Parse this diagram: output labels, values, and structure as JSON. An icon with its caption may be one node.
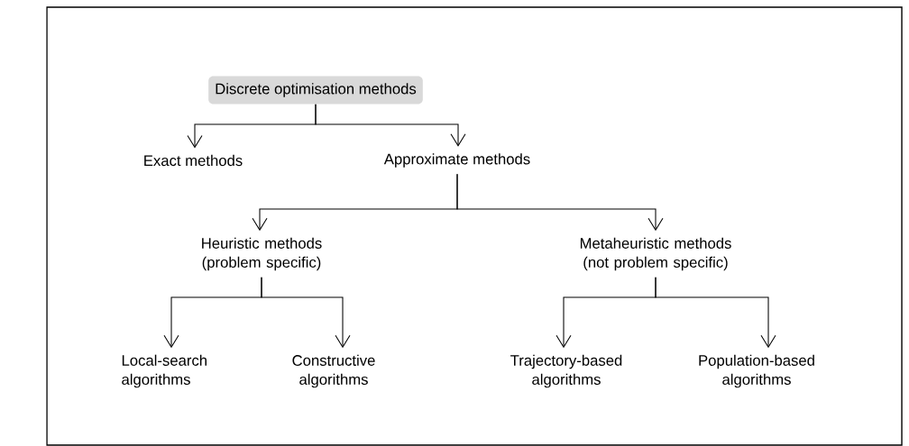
{
  "diagram": {
    "nodes": [
      {
        "text": [
          "Discrete optimisation methods"
        ]
      },
      {
        "text": [
          "Exact methods"
        ]
      },
      {
        "text": [
          "Approximate methods"
        ]
      },
      {
        "text": [
          "Heuristic methods (problem specific)"
        ]
      },
      {
        "text": [
          "Metaheuristic methods (not problem specific)"
        ]
      },
      {
        "text": [
          "Local-search algorithms"
        ]
      },
      {
        "text": [
          "Constructive algorithms"
        ]
      },
      {
        "text": [
          "Trajectory-based algorithms"
        ]
      },
      {
        "text": [
          "Population-based algorithms"
        ]
      }
    ],
    "edges": [
      {
        "from": 0,
        "to": 1,
        "arrow": "to"
      },
      {
        "from": 0,
        "to": 2,
        "arrow": "to"
      },
      {
        "from": 2,
        "to": 3,
        "arrow": "to"
      },
      {
        "from": 2,
        "to": 4,
        "arrow": "to"
      },
      {
        "from": 3,
        "to": 5,
        "arrow": "to"
      },
      {
        "from": 3,
        "to": 6,
        "arrow": "to"
      },
      {
        "from": 4,
        "to": 7,
        "arrow": "to"
      },
      {
        "from": 4,
        "to": 8,
        "arrow": "to"
      }
    ]
  }
}
